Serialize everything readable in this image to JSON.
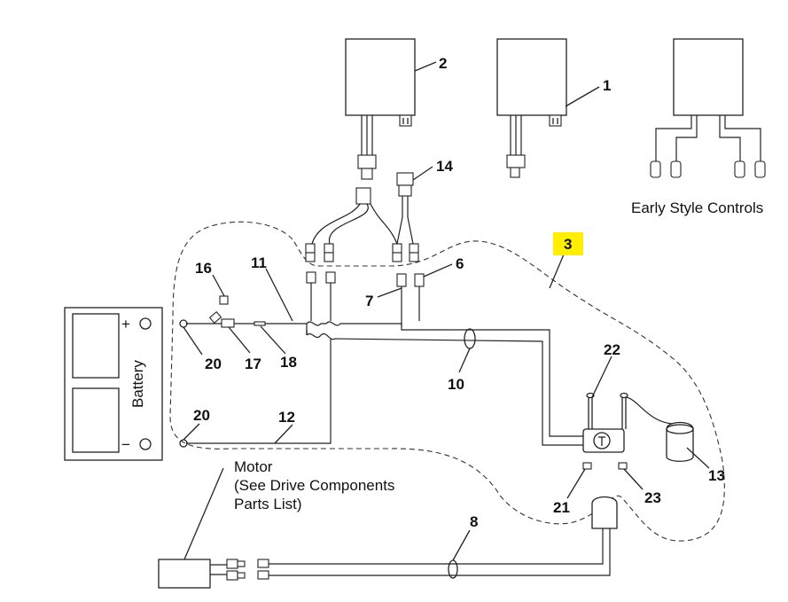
{
  "callouts": {
    "c1": "1",
    "c2": "2",
    "c3": "3",
    "c6": "6",
    "c7": "7",
    "c8": "8",
    "c10": "10",
    "c11": "11",
    "c12": "12",
    "c13": "13",
    "c14": "14",
    "c16": "16",
    "c17": "17",
    "c18": "18",
    "c20a": "20",
    "c20b": "20",
    "c21": "21",
    "c22": "22",
    "c23": "23"
  },
  "labels": {
    "early_style_controls": "Early Style Controls",
    "battery": "Battery",
    "battery_plus": "+",
    "battery_minus": "−",
    "motor_line1": "Motor",
    "motor_line2": "(See Drive Components",
    "motor_line3": "Parts List)"
  },
  "colors": {
    "highlight": "#ffee00",
    "ink": "#222222"
  }
}
